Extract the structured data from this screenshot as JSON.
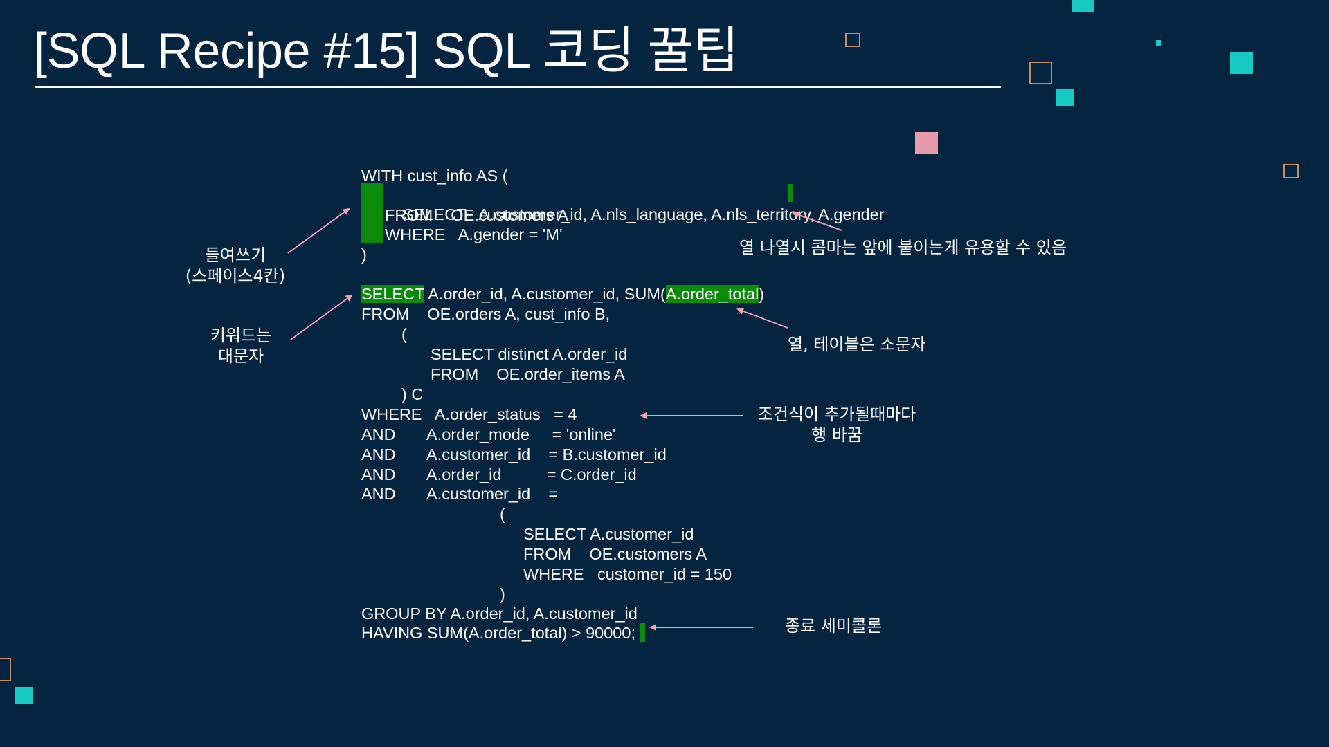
{
  "slide": {
    "title": "[SQL Recipe #15] SQL 코딩 꿀팁"
  },
  "colors": {
    "background": "#04243f",
    "text": "#ffffff",
    "highlight": "#0b8a0b",
    "arrow": "#f2a0b4",
    "deco_teal": "#17c9c3",
    "deco_pink": "#e69aab",
    "deco_outline": "#c58f6e"
  },
  "code": {
    "l1": "WITH cust_info AS (",
    "l2_kw": "SELECT",
    "l2_cols_a": "A.customer_id, A.nls_language, A.nls_territory",
    "l2_comma": ",",
    "l2_cols_b": " A.gender",
    "l3": "FROM    OE.customers A",
    "l4": "WHERE   A.gender = 'M'",
    "l5": ")",
    "l6_kw": "SELECT",
    "l6_mid": " A.order_id, A.customer_id, SUM(",
    "l6_arg": "A.order_total",
    "l6_end": ")",
    "l7": "FROM    OE.orders A, cust_info B,",
    "l8": "(",
    "l9": "SELECT distinct A.order_id",
    "l10": "FROM    OE.order_items A",
    "l11": ") C",
    "l12": "WHERE   A.order_status   = 4",
    "l13": "AND       A.order_mode     = 'online'",
    "l14": "AND       A.customer_id    = B.customer_id",
    "l15": "AND       A.order_id          = C.order_id",
    "l16": "AND       A.customer_id    =",
    "l17": "(",
    "l18": "SELECT A.customer_id",
    "l19": "FROM    OE.customers A",
    "l20": "WHERE   customer_id = 150",
    "l21": ")",
    "l22": "GROUP BY A.order_id, A.customer_id",
    "l23_main": "HAVING SUM(A.order_total) > 90000",
    "l23_semi": ";"
  },
  "annotations": {
    "indent_1": "들여쓰기",
    "indent_2": "(스페이스4칸)",
    "keyword_1": "키워드는",
    "keyword_2": "대문자",
    "comma": "열 나열시 콤마는 앞에 붙이는게 유용할 수 있음",
    "lowercase": "열, 테이블은 소문자",
    "newline_1": "조건식이 추가될때마다",
    "newline_2": "행 바꿈",
    "semicolon": "종료 세미콜론"
  }
}
